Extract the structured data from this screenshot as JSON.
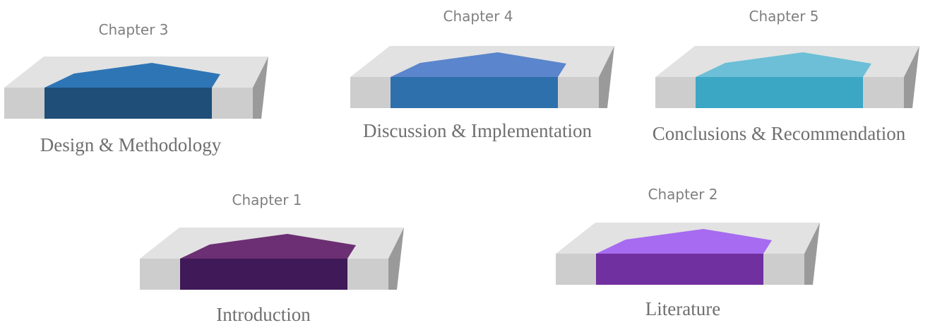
{
  "chapters": [
    {
      "id": "chapter-3",
      "label": "Chapter 3",
      "title": "Design & Methodology",
      "colors": {
        "front": "#1f4e79",
        "top": "#2e75b6"
      }
    },
    {
      "id": "chapter-4",
      "label": "Chapter 4",
      "title": "Discussion & Implementation",
      "colors": {
        "front": "#2e70ab",
        "top": "#5b85cc"
      }
    },
    {
      "id": "chapter-5",
      "label": "Chapter 5",
      "title": "Conclusions & Recommendation",
      "colors": {
        "front": "#3ba7c4",
        "top": "#6cbfd6"
      }
    },
    {
      "id": "chapter-1",
      "label": "Chapter 1",
      "title": "Introduction",
      "colors": {
        "front": "#3f1958",
        "top": "#6c2f73"
      }
    },
    {
      "id": "chapter-2",
      "label": "Chapter 2",
      "title": "Literature",
      "colors": {
        "front": "#7030a0",
        "top": "#a66bf0"
      }
    }
  ],
  "slab_colors": {
    "top": "#e2e2e2",
    "front": "#cdcdcd",
    "side": "#9a9a9a"
  }
}
